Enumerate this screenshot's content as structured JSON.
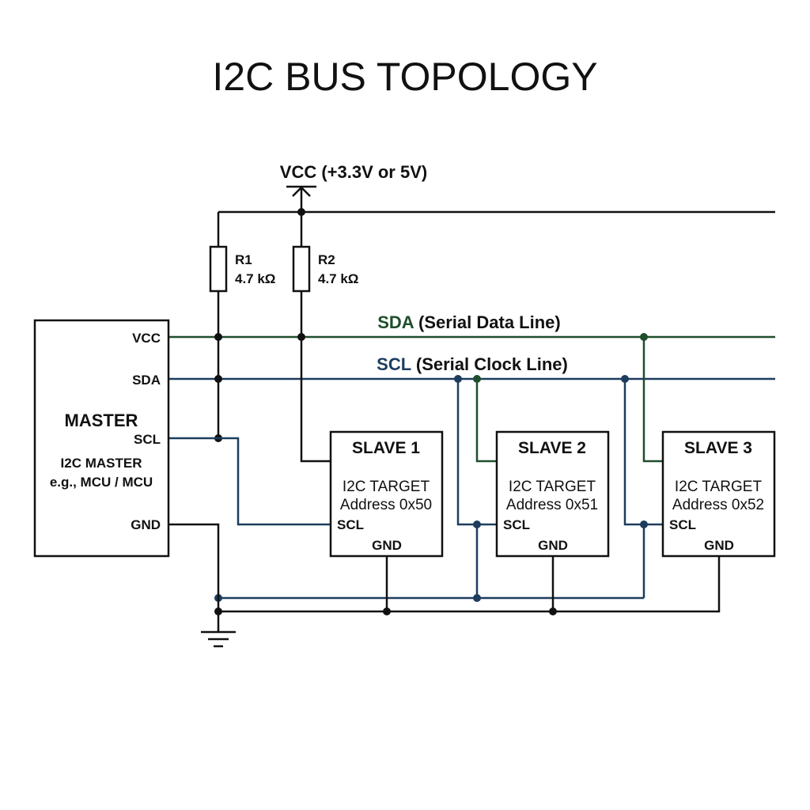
{
  "title": "I2C BUS TOPOLOGY",
  "colors": {
    "wire": "#111111",
    "sda": "#1f4e2c",
    "scl": "#1d3d5e"
  },
  "supply": {
    "label": "VCC (+3.3V or 5V)"
  },
  "resistors": [
    {
      "name": "R1",
      "value": "4.7 kΩ"
    },
    {
      "name": "R2",
      "value": "4.7 kΩ"
    }
  ],
  "bus": {
    "sda": {
      "name": "SDA",
      "desc": " (Serial Data Line)"
    },
    "scl": {
      "name": "SCL",
      "desc": " (Serial Clock Line)"
    }
  },
  "master": {
    "title": "MASTER",
    "subtitle": "I2C MASTER",
    "example": "e.g., MCU / MCU",
    "pins": {
      "vcc": "VCC",
      "sda": "SDA",
      "scl": "SCL",
      "gnd": "GND"
    }
  },
  "slaves": [
    {
      "title": "SLAVE 1",
      "type": "I2C TARGET",
      "address": "Address 0x50",
      "scl_pin": "SCL",
      "gnd_pin": "GND"
    },
    {
      "title": "SLAVE 2",
      "type": "I2C TARGET",
      "address": "Address 0x51",
      "scl_pin": "SCL",
      "gnd_pin": "GND"
    },
    {
      "title": "SLAVE 3",
      "type": "I2C TARGET",
      "address": "Address 0x52",
      "scl_pin": "SCL",
      "gnd_pin": "GND"
    }
  ]
}
